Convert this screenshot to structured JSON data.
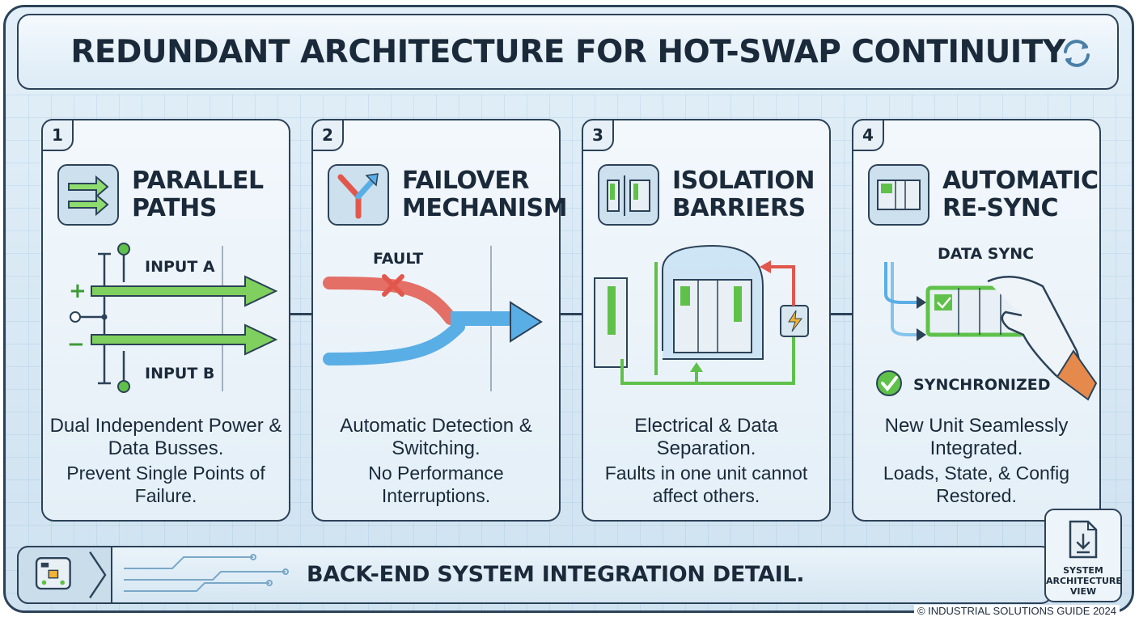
{
  "title": "REDUNDANT ARCHITECTURE FOR HOT-SWAP CONTINUITY",
  "title_icon": "refresh-cycle-icon",
  "cards": [
    {
      "number": "1",
      "heading_line1": "PARALLEL",
      "heading_line2": "PATHS",
      "icon": "parallel-arrows-icon",
      "labels": {
        "input_a": "INPUT A",
        "input_b": "INPUT B",
        "plus": "+",
        "minus": "−"
      },
      "desc_bold": "Dual Independent Power & Data Busses.",
      "desc_sub": "Prevent Single Points of Failure."
    },
    {
      "number": "2",
      "heading_line1": "FAILOVER",
      "heading_line2": "MECHANISM",
      "icon": "fork-arrow-icon",
      "labels": {
        "fault": "FAULT"
      },
      "desc_bold": "Automatic Detection & Switching.",
      "desc_sub": "No Performance Interruptions."
    },
    {
      "number": "3",
      "heading_line1": "ISOLATION",
      "heading_line2": "BARRIERS",
      "icon": "isolated-modules-icon",
      "labels": {},
      "desc_bold": "Electrical & Data Separation.",
      "desc_sub": "Faults in one unit cannot affect others."
    },
    {
      "number": "4",
      "heading_line1": "AUTOMATIC",
      "heading_line2": "RE-SYNC",
      "icon": "module-rack-icon",
      "labels": {
        "data_sync": "DATA SYNC",
        "synchronized": "SYNCHRONIZED"
      },
      "desc_bold": "New Unit Seamlessly Integrated.",
      "desc_sub": "Loads, State, & Config Restored."
    }
  ],
  "bottom_bar": {
    "text": "BACK-END SYSTEM INTEGRATION DETAIL.",
    "icon": "system-diagram-icon"
  },
  "view_box": {
    "label": "SYSTEM\nARCHITECTURE\nVIEW",
    "icon": "document-download-icon"
  },
  "footer": "© INDUSTRIAL SOLUTIONS GUIDE 2024",
  "colors": {
    "green": "#5fc14a",
    "red": "#e2574c",
    "blue": "#5aaee6",
    "dark": "#1b2a3a",
    "panel": "#e4eff7"
  }
}
